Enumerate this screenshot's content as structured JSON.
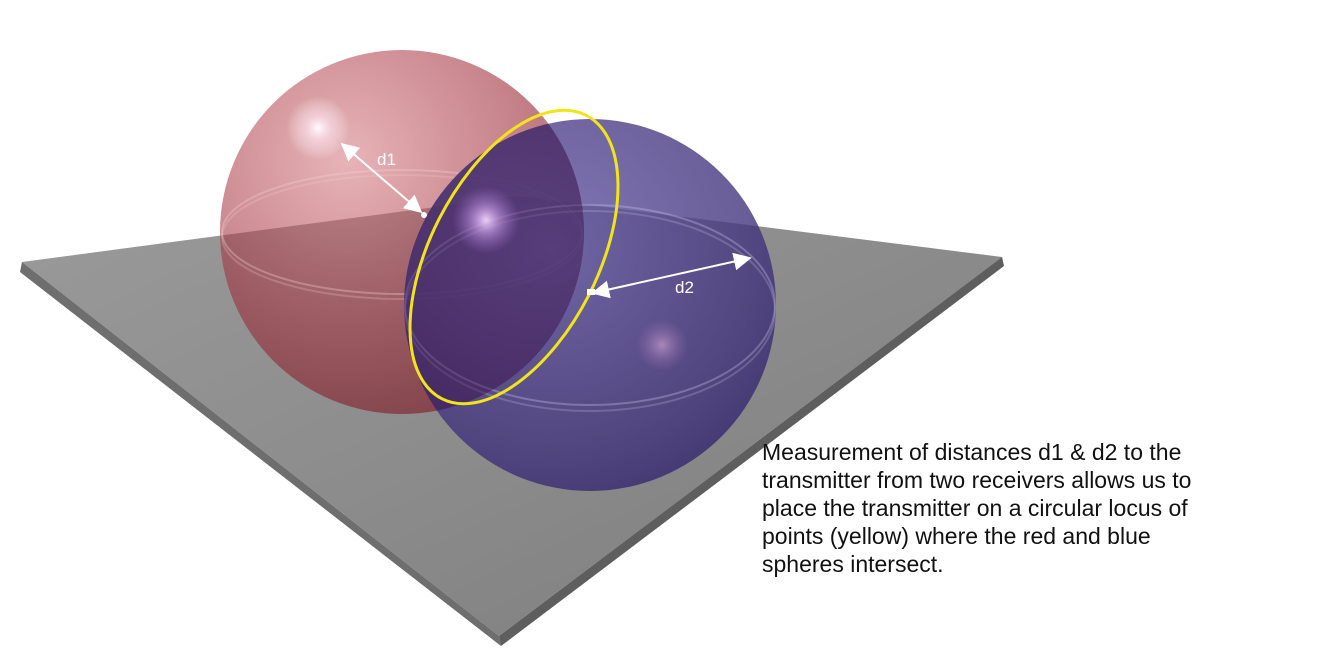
{
  "labels": {
    "d1": "d1",
    "d2": "d2"
  },
  "caption": {
    "lines": [
      "Measurement of distances d1 & d2 to the",
      "transmitter from two receivers allows us to",
      "place the transmitter on a circular locus of",
      "points (yellow) where the red and blue",
      "spheres intersect."
    ]
  },
  "colors": {
    "red_sphere": "#c06a74",
    "blue_sphere": "#4a3c86",
    "locus": "#f2e41a",
    "ground_plane": "#8a8a8a",
    "arrows": "#ffffff"
  }
}
